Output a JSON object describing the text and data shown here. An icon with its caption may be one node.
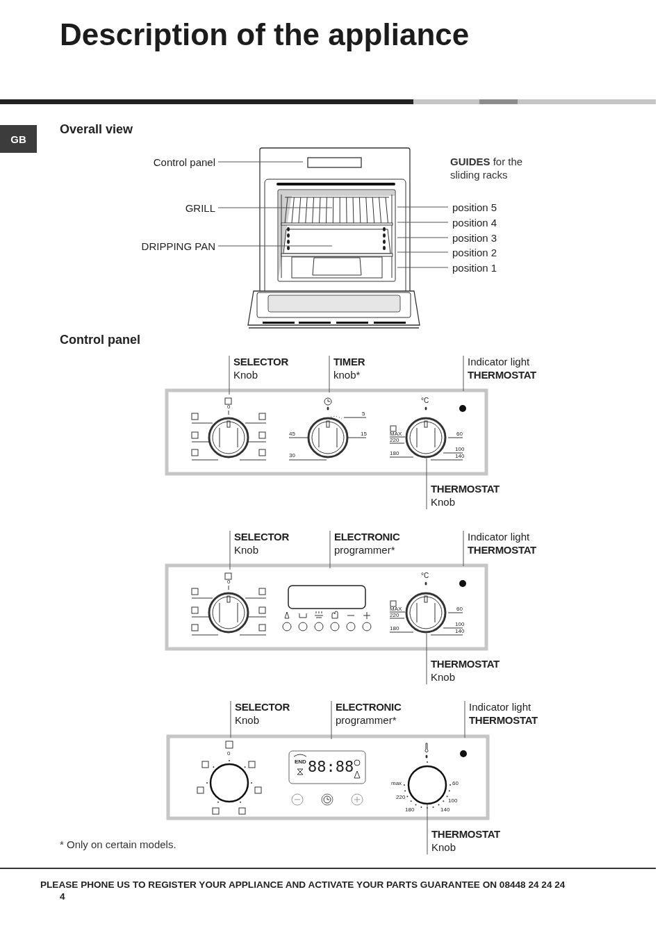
{
  "diagram": {
    "title": "Description of the appliance",
    "nodes": [
      {
        "text": [
          "Control panel"
        ]
      },
      {
        "text": [
          "GRILL"
        ]
      },
      {
        "text": [
          "DRIPPING PAN"
        ]
      },
      {
        "text": [
          "position 5"
        ]
      },
      {
        "text": [
          "position 4"
        ]
      },
      {
        "text": [
          "position 3"
        ]
      },
      {
        "text": [
          "position 2"
        ]
      },
      {
        "text": [
          "position 1"
        ]
      },
      {
        "text": [
          "SELECTOR",
          "Knob"
        ]
      },
      {
        "text": [
          "TIMER",
          "knob*"
        ]
      },
      {
        "text": [
          "Indicator light",
          "THERMOSTAT"
        ]
      },
      {
        "text": [
          "THERMOSTAT",
          "Knob"
        ]
      },
      {
        "text": [
          "SELECTOR",
          "Knob"
        ]
      },
      {
        "text": [
          "ELECTRONIC",
          "programmer*"
        ]
      },
      {
        "text": [
          "Indicator light",
          "THERMOSTAT"
        ]
      },
      {
        "text": [
          "THERMOSTAT",
          "Knob"
        ]
      },
      {
        "text": [
          "SELECTOR",
          "Knob"
        ]
      },
      {
        "text": [
          "ELECTRONIC",
          "programmer*"
        ]
      },
      {
        "text": [
          "Indicator light",
          "THERMOSTAT"
        ]
      },
      {
        "text": [
          "THERMOSTAT",
          "Knob"
        ]
      },
      {
        "text": [],
        "shape": "circle"
      },
      {
        "text": [],
        "shape": "circle"
      }
    ],
    "edges": [
      {
        "from": 0,
        "to": null,
        "arrow": "none"
      },
      {
        "from": 1,
        "to": null,
        "arrow": "none"
      },
      {
        "from": 2,
        "to": null,
        "arrow": "none"
      },
      {
        "from": 3,
        "to": null,
        "arrow": "none"
      },
      {
        "from": 4,
        "to": null,
        "arrow": "none"
      },
      {
        "from": 5,
        "to": null,
        "arrow": "none"
      },
      {
        "from": 6,
        "to": null,
        "arrow": "none"
      },
      {
        "from": 7,
        "to": null,
        "arrow": "none"
      },
      {
        "from": 8,
        "to": null,
        "arrow": "none"
      },
      {
        "from": 9,
        "to": null,
        "arrow": "none"
      },
      {
        "from": 10,
        "to": null,
        "arrow": "none"
      },
      {
        "from": 11,
        "to": null,
        "arrow": "none"
      },
      {
        "from": 12,
        "to": null,
        "arrow": "none"
      },
      {
        "from": 13,
        "to": null,
        "arrow": "none"
      },
      {
        "from": 14,
        "to": null,
        "arrow": "none"
      },
      {
        "from": 15,
        "to": null,
        "arrow": "none"
      },
      {
        "from": 16,
        "to": null,
        "arrow": "none"
      },
      {
        "from": 17,
        "to": null,
        "arrow": "none"
      },
      {
        "from": 18,
        "to": null,
        "arrow": "none"
      },
      {
        "from": 19,
        "to": 21,
        "arrow": "none"
      }
    ],
    "labels": [
      "GB",
      "Overall view",
      "**GUIDES** for the sliding racks",
      "Control panel",
      "0",
      "5",
      "45",
      "15",
      "30",
      "°C",
      "MAX",
      "220",
      "180",
      "60",
      "100",
      "140",
      "0",
      "°C",
      "MAX",
      "220",
      "180",
      "60",
      "100",
      "140",
      "0",
      "max",
      "220",
      "180",
      "60",
      "100",
      "140",
      "END",
      "88:88",
      "* Only on certain models.",
      "PLEASE PHONE US TO REGISTER YOUR APPLIANCE AND ACTIVATE YOUR PARTS GUARANTEE ON 08448 24 24 24",
      "4"
    ]
  }
}
